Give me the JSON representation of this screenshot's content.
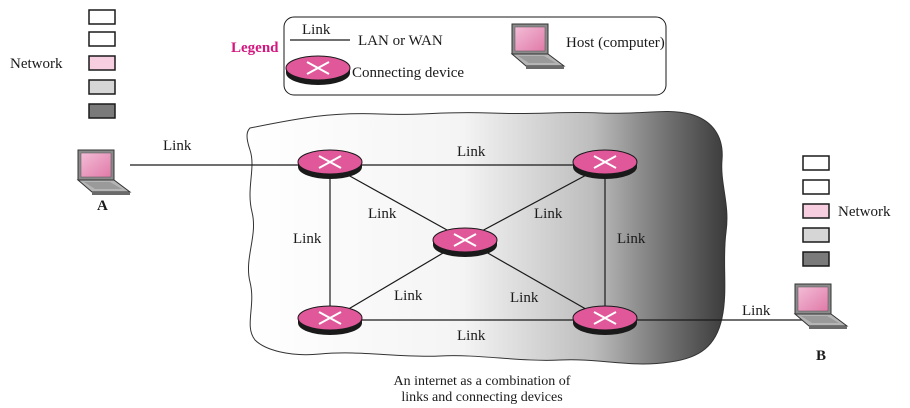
{
  "legend": {
    "title": "Legend",
    "link_symbol_label": "Link",
    "link_meaning": "LAN or WAN",
    "device_meaning": "Connecting device",
    "host_meaning": "Host (computer)"
  },
  "host_a": {
    "label": "A",
    "stack_label": "Network",
    "link_label": "Link"
  },
  "host_b": {
    "label": "B",
    "stack_label": "Network",
    "link_label": "Link"
  },
  "links": {
    "top": "Link",
    "left": "Link",
    "right": "Link",
    "bottom": "Link",
    "upper_left_diag": "Link",
    "upper_right_diag": "Link",
    "lower_left_diag": "Link",
    "lower_right_diag": "Link"
  },
  "caption": {
    "line1": "An internet as a combination of",
    "line2": "links and connecting devices"
  },
  "colors": {
    "legend_title": "#d4177f",
    "router_fill": "#e0589a",
    "router_dark": "#1a1a1a",
    "network_layer": "#f7cde0",
    "stack_light": "#d6d6d6",
    "stack_dark": "#7a7a7a"
  }
}
